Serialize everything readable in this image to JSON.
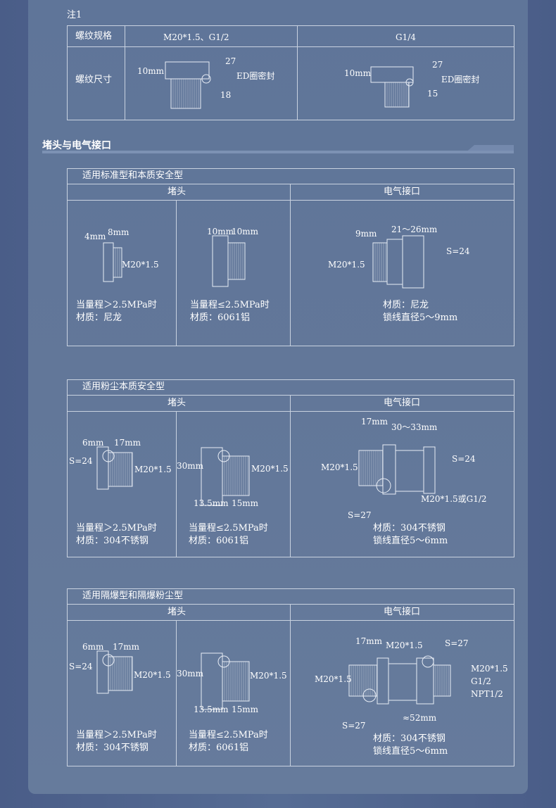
{
  "note": {
    "title": "注1",
    "row1_label": "螺纹规格",
    "row2_label": "螺纹尺寸",
    "col1_spec": "M20*1.5、G1/2",
    "col2_spec": "G1/4",
    "col1_labels": [
      "10mm",
      "27",
      "ED圈密封",
      "18"
    ],
    "col2_labels": [
      "10mm",
      "27",
      "ED圈密封",
      "15"
    ]
  },
  "section_title": "堵头与电气接口",
  "tables": [
    {
      "title": "适用标准型和本质安全型",
      "col_plug": "堵头",
      "col_conn": "电气接口",
      "cells": [
        {
          "labels": [
            "4mm",
            "8mm",
            "M20*1.5"
          ],
          "caption": [
            "当量程＞2.5MPa时",
            "材质：尼龙"
          ]
        },
        {
          "labels": [
            "10mm",
            "10mm"
          ],
          "caption": [
            "当量程≤2.5MPa时",
            "材质：6061铝"
          ]
        },
        {
          "labels": [
            "9mm",
            "21～26mm",
            "S=24",
            "M20*1.5"
          ],
          "caption": [
            "材质：尼龙",
            "锁线直径5～9mm"
          ]
        }
      ]
    },
    {
      "title": "适用粉尘本质安全型",
      "col_plug": "堵头",
      "col_conn": "电气接口",
      "cells": [
        {
          "labels": [
            "6mm",
            "17mm",
            "S=24",
            "M20*1.5"
          ],
          "caption": [
            "当量程＞2.5MPa时",
            "材质：304不锈钢"
          ]
        },
        {
          "labels": [
            "30mm",
            "M20*1.5",
            "13.5mm",
            "15mm"
          ],
          "caption": [
            "当量程≤2.5MPa时",
            "材质：6061铝"
          ]
        },
        {
          "labels": [
            "17mm",
            "30～33mm",
            "S=24",
            "M20*1.5",
            "M20*1.5或G1/2",
            "S=27"
          ],
          "caption": [
            "材质：304不锈钢",
            "锁线直径5～6mm"
          ]
        }
      ]
    },
    {
      "title": "适用隔爆型和隔爆粉尘型",
      "col_plug": "堵头",
      "col_conn": "电气接口",
      "cells": [
        {
          "labels": [
            "6mm",
            "17mm",
            "S=24",
            "M20*1.5"
          ],
          "caption": [
            "当量程＞2.5MPa时",
            "材质：304不锈钢"
          ]
        },
        {
          "labels": [
            "30mm",
            "M20*1.5",
            "13.5mm",
            "15mm"
          ],
          "caption": [
            "当量程≤2.5MPa时",
            "材质：6061铝"
          ]
        },
        {
          "labels": [
            "17mm",
            "M20*1.5",
            "S=27",
            "M20*1.5",
            "M20*1.5",
            "G1/2",
            "NPT1/2",
            "S=27",
            "≈52mm"
          ],
          "caption": [
            "材质：304不锈钢",
            "锁线直径5～6mm"
          ]
        }
      ]
    }
  ]
}
